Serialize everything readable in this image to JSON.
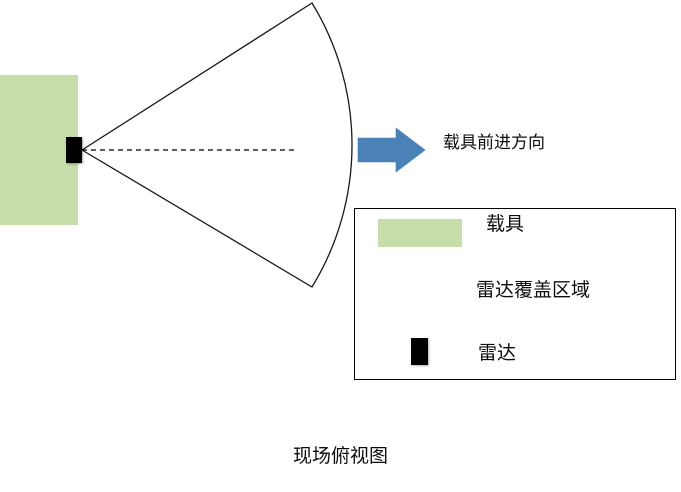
{
  "diagram": {
    "caption": "现场俯视图",
    "arrow": {
      "label": "载具前进方向",
      "color": "#4a82b8",
      "direction": "right"
    },
    "vehicle": {
      "name": "载具",
      "color": "#c6dca9"
    },
    "radar": {
      "name": "雷达",
      "color": "#000000"
    },
    "coverage": {
      "name": "雷达覆盖区域",
      "stroke": "#1a1a1a",
      "fill": "none"
    },
    "centerline": {
      "style": "dashed",
      "color": "#000000"
    }
  },
  "legend": {
    "items": [
      {
        "label": "载具",
        "symbol": "green-rectangle"
      },
      {
        "label": "雷达覆盖区域",
        "symbol": "sector-outline"
      },
      {
        "label": "雷达",
        "symbol": "black-rectangle"
      }
    ]
  }
}
